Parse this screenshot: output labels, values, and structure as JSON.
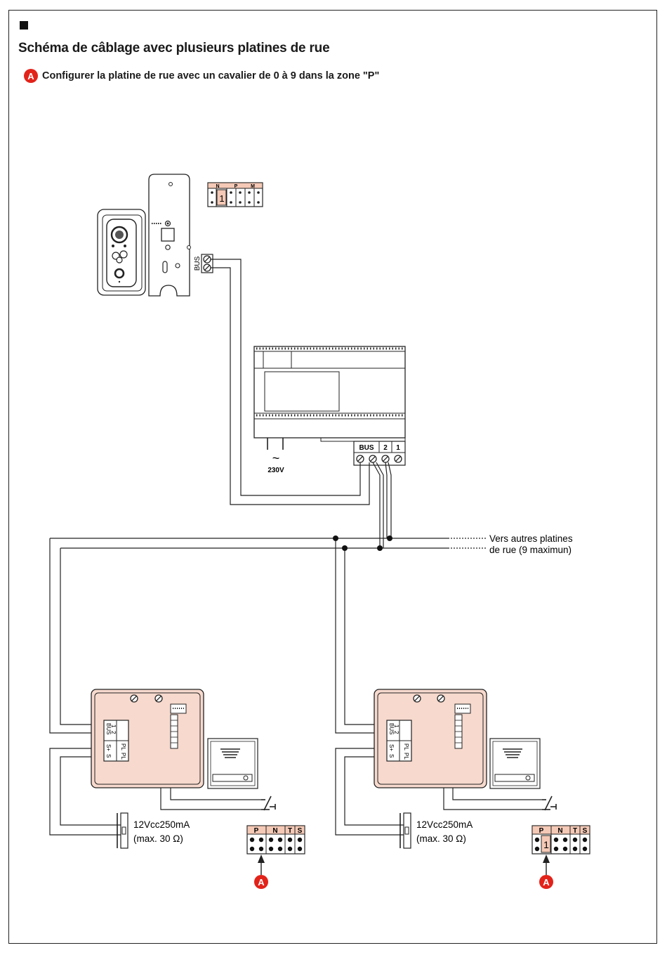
{
  "heading": {
    "title": "Schéma de câblage avec plusieurs platines de rue",
    "note_marker": "A",
    "note_text": "Configurer la platine de rue avec un cavalier de 0 à 9 dans la zone \"P\""
  },
  "door_panel": {
    "terminal_label": "BUS",
    "jumper_headers": [
      "N",
      "P",
      "M"
    ],
    "jumper_value": "1"
  },
  "power_supply": {
    "ac_symbol": "~",
    "voltage_label": "230V",
    "terminals": [
      "BUS",
      "2",
      "1"
    ]
  },
  "bus_line": {
    "label_line1": "Vers autres platines",
    "label_line2": "de rue (9 maximun)"
  },
  "street_panels": [
    {
      "terminal_labels": [
        "1",
        "2",
        "BUS",
        "S+",
        "S",
        "PL",
        "PL"
      ],
      "lock_label_line1": "12Vcc250mA",
      "lock_label_line2": "(max. 30 Ω)",
      "jumper_headers": [
        "P",
        "N",
        "T",
        "S"
      ],
      "jumper_value": "",
      "marker": "A"
    },
    {
      "terminal_labels": [
        "1",
        "2",
        "BUS",
        "S+",
        "S",
        "PL",
        "PL"
      ],
      "lock_label_line1": "12Vcc250mA",
      "lock_label_line2": "(max. 30 Ω)",
      "jumper_headers": [
        "P",
        "N",
        "T",
        "S"
      ],
      "jumper_value": "1",
      "marker": "A"
    }
  ],
  "colors": {
    "accent_red": "#e2231a",
    "panel_fill": "#f7d9cd",
    "jumper_fill": "#f4c9b6"
  }
}
